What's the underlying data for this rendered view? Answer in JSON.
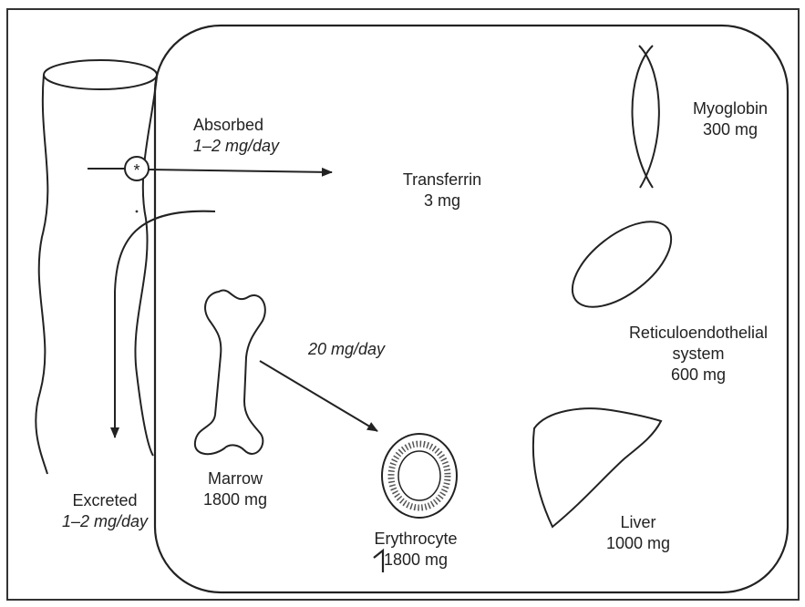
{
  "absorbed": {
    "label": "Absorbed",
    "rate": "1–2 mg/day"
  },
  "transfer_rate": "20 mg/day",
  "excreted": {
    "label": "Excreted",
    "rate": "1–2 mg/day"
  },
  "transferrin": {
    "label": "Transferrin",
    "amount": "3 mg"
  },
  "myoglobin": {
    "label": "Myoglobin",
    "amount": "300 mg"
  },
  "reticuloendothelial": {
    "line1": "Reticuloendothelial",
    "line2": "system",
    "amount": "600 mg"
  },
  "marrow": {
    "label": "Marrow",
    "amount": "1800 mg"
  },
  "erythrocyte": {
    "label": "Erythrocyte",
    "amount": "1800 mg"
  },
  "liver": {
    "label": "Liver",
    "amount": "1000 mg"
  },
  "gut_marker": "*",
  "colors": {
    "ink": "#222222",
    "paper": "#ffffff",
    "stipple": "#555555"
  }
}
